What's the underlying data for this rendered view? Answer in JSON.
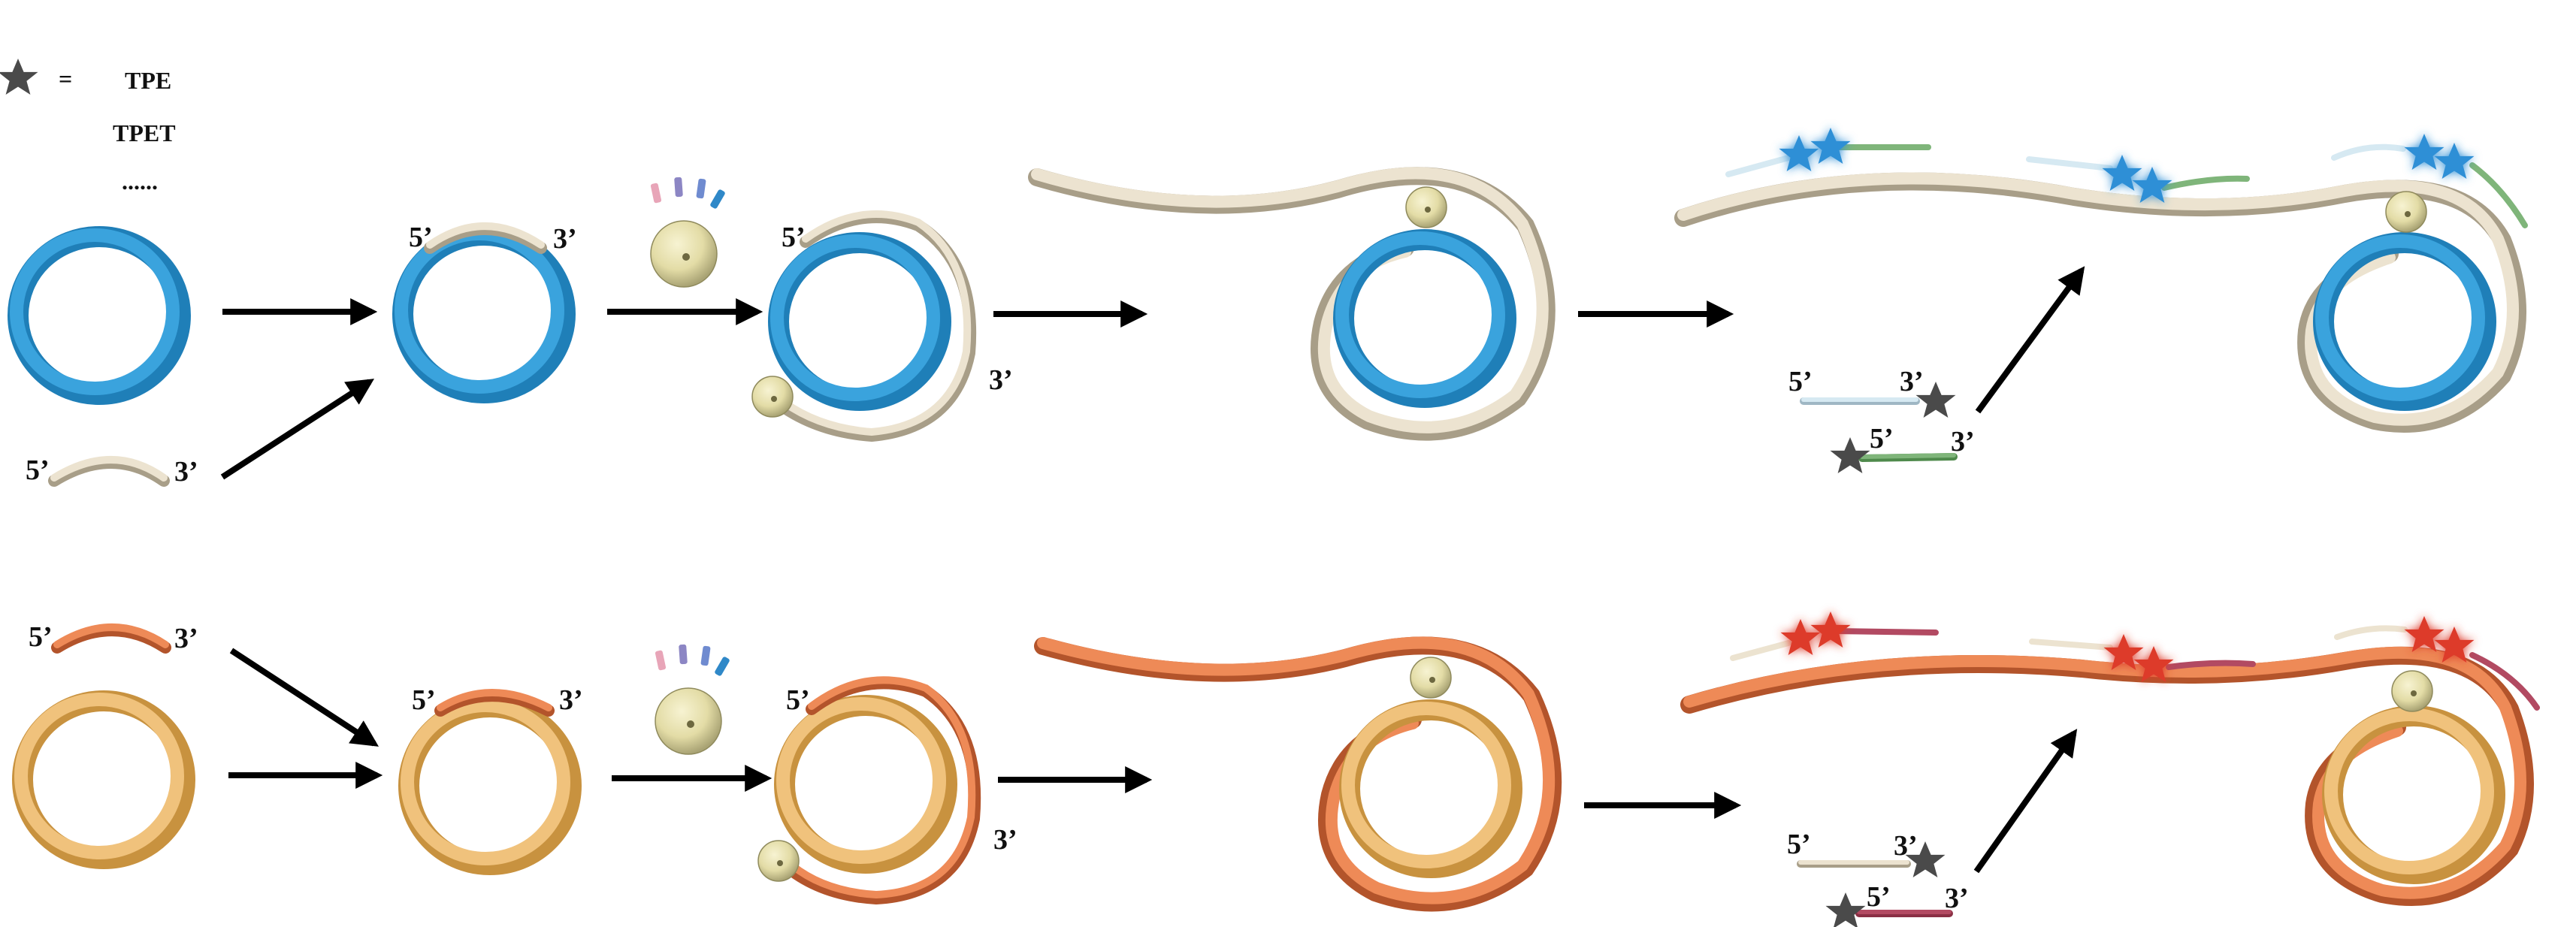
{
  "legend": {
    "equals": "=",
    "items": [
      "TPE",
      "TPET",
      "......"
    ]
  },
  "labels": {
    "five_prime": "5’",
    "three_prime": "3’"
  },
  "colors": {
    "blue_ring": "#3aa3dd",
    "blue_ring_dark": "#1f7fb8",
    "orange_ring": "#f0c27c",
    "orange_ring_dark": "#c8923f",
    "cream_strand": "#ece3d0",
    "cream_strand_dark": "#a89e88",
    "orange_strand": "#ee8a57",
    "orange_strand_dark": "#b3542b",
    "polymerase": "#e3dca6",
    "polymerase_dark": "#8f8a5c",
    "probe_light_blue": "#d6e9f2",
    "probe_green": "#7fb57a",
    "probe_red": "#b24a62",
    "star_dark": "#4a4a4a",
    "star_blue": "#2e8fd6",
    "star_red": "#dd3a2a",
    "arrow": "#000000"
  },
  "icons": [
    "tpe-star-icon",
    "polymerase-icon",
    "nucleotides-icon",
    "probe-star-icon"
  ]
}
